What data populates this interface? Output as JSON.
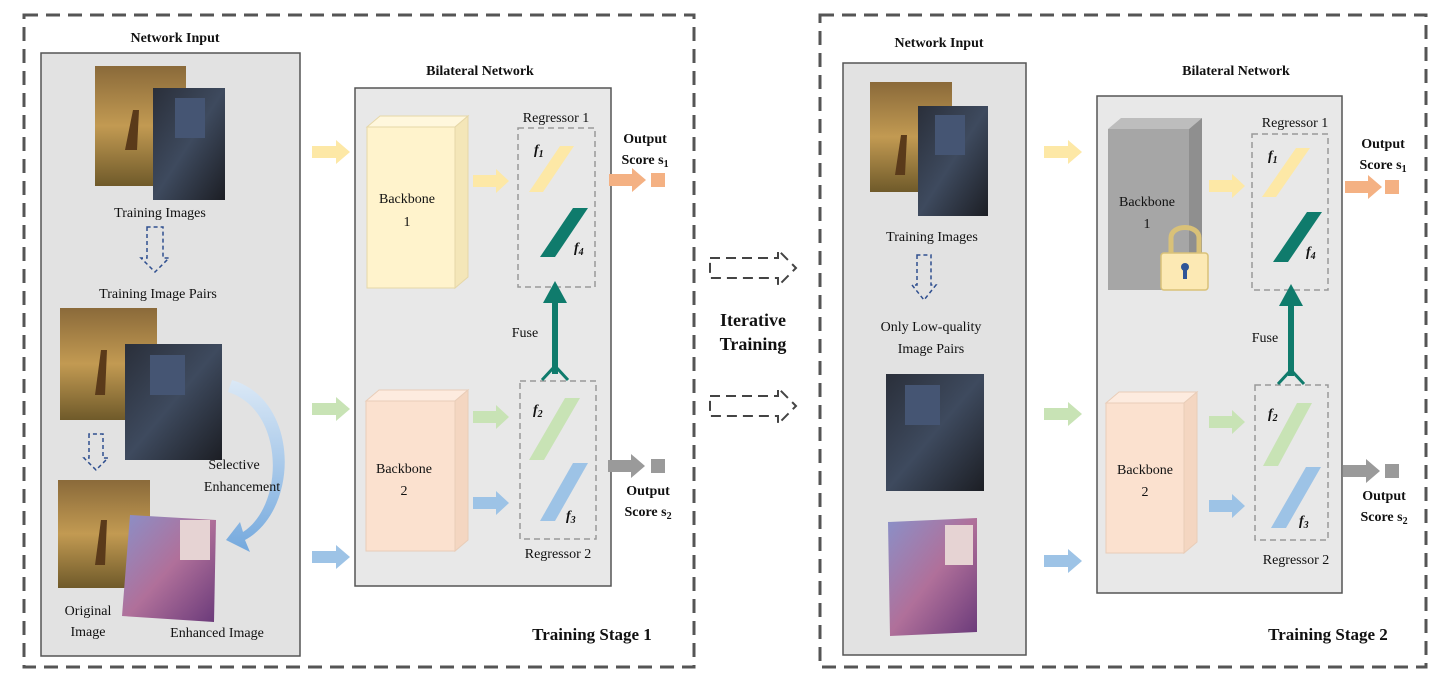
{
  "stage1": {
    "network_input": "Network Input",
    "bilateral_network": "Bilateral Network",
    "training_images": "Training Images",
    "training_image_pairs": "Training Image Pairs",
    "selective": "Selective",
    "enhancement": "Enhancement",
    "original": "Original",
    "image": "Image",
    "enhanced_image": "Enhanced Image",
    "backbone1_a": "Backbone",
    "backbone1_b": "1",
    "backbone2_a": "Backbone",
    "backbone2_b": "2",
    "regressor1": "Regressor 1",
    "regressor2": "Regressor 2",
    "fuse": "Fuse",
    "f1": "f",
    "f1_sub": "1",
    "f2": "f",
    "f2_sub": "2",
    "f3": "f",
    "f3_sub": "3",
    "f4": "f",
    "f4_sub": "4",
    "output": "Output",
    "score1": "Score s",
    "score1_sub": "1",
    "score2": "Score s",
    "score2_sub": "2",
    "stage_label": "Training Stage 1"
  },
  "middle": {
    "line1": "Iterative",
    "line2": "Training"
  },
  "stage2": {
    "network_input": "Network Input",
    "bilateral_network": "Bilateral Network",
    "training_images": "Training Images",
    "only_low_quality": "Only Low-quality",
    "image_pairs": "Image Pairs",
    "backbone1_a": "Backbone",
    "backbone1_b": "1",
    "backbone2_a": "Backbone",
    "backbone2_b": "2",
    "regressor1": "Regressor 1",
    "regressor2": "Regressor 2",
    "fuse": "Fuse",
    "f1": "f",
    "f1_sub": "1",
    "f2": "f",
    "f2_sub": "2",
    "f3": "f",
    "f3_sub": "3",
    "f4": "f",
    "f4_sub": "4",
    "output": "Output",
    "score1": "Score s",
    "score1_sub": "1",
    "score2": "Score s",
    "score2_sub": "2",
    "stage_label": "Training Stage 2"
  },
  "colors": {
    "yellow": "#fde8a6",
    "green": "#c8e3b5",
    "blue": "#9dc3e6",
    "orange": "#f4b183",
    "teal": "#0f7b6c",
    "gray_arrow": "#9a9a9a",
    "panel": "#e2e2e2",
    "backbone1": "#fff3cc",
    "backbone2": "#fbe1cf",
    "backbone_locked": "#a6a6a6"
  }
}
